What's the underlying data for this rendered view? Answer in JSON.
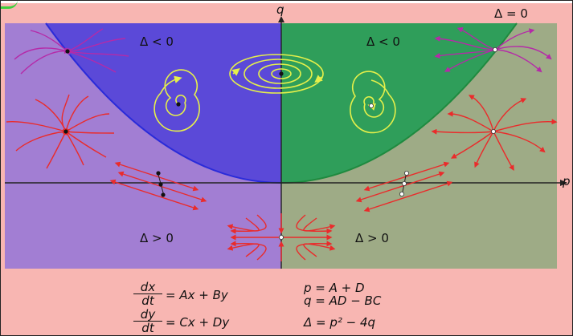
{
  "colors": {
    "background": "#f8b6b2",
    "purple_region": "#a27ed3",
    "blue_region": "#5b49d8",
    "green_region": "#2f9e5a",
    "olive_region": "#9eab86",
    "parabola_blue": "#2a2bd9",
    "parabola_green": "#1f8a3f",
    "spiral_yellow": "#e6f04a",
    "node_red": "#ea2b2b",
    "node_magenta": "#b52aa8"
  },
  "axes": {
    "q_label": "q",
    "p_label": "p"
  },
  "regions": {
    "top_left": "Δ < 0",
    "top_right": "Δ < 0",
    "bottom_left": "Δ > 0",
    "bottom_right": "Δ > 0",
    "boundary": "Δ = 0"
  },
  "equations": {
    "dx_num": "dx",
    "dx_den": "dt",
    "dx_rhs": "= Ax + By",
    "dy_num": "dy",
    "dy_den": "dt",
    "dy_rhs": "= Cx + Dy",
    "p_def": "p = A + D",
    "q_def": "q = AD − BC",
    "delta_def": "Δ = p² − 4q"
  },
  "icons": [
    "spiral-sink-icon",
    "spiral-source-icon",
    "center-icon",
    "node-icon",
    "saddle-icon",
    "degenerate-node-icon"
  ]
}
